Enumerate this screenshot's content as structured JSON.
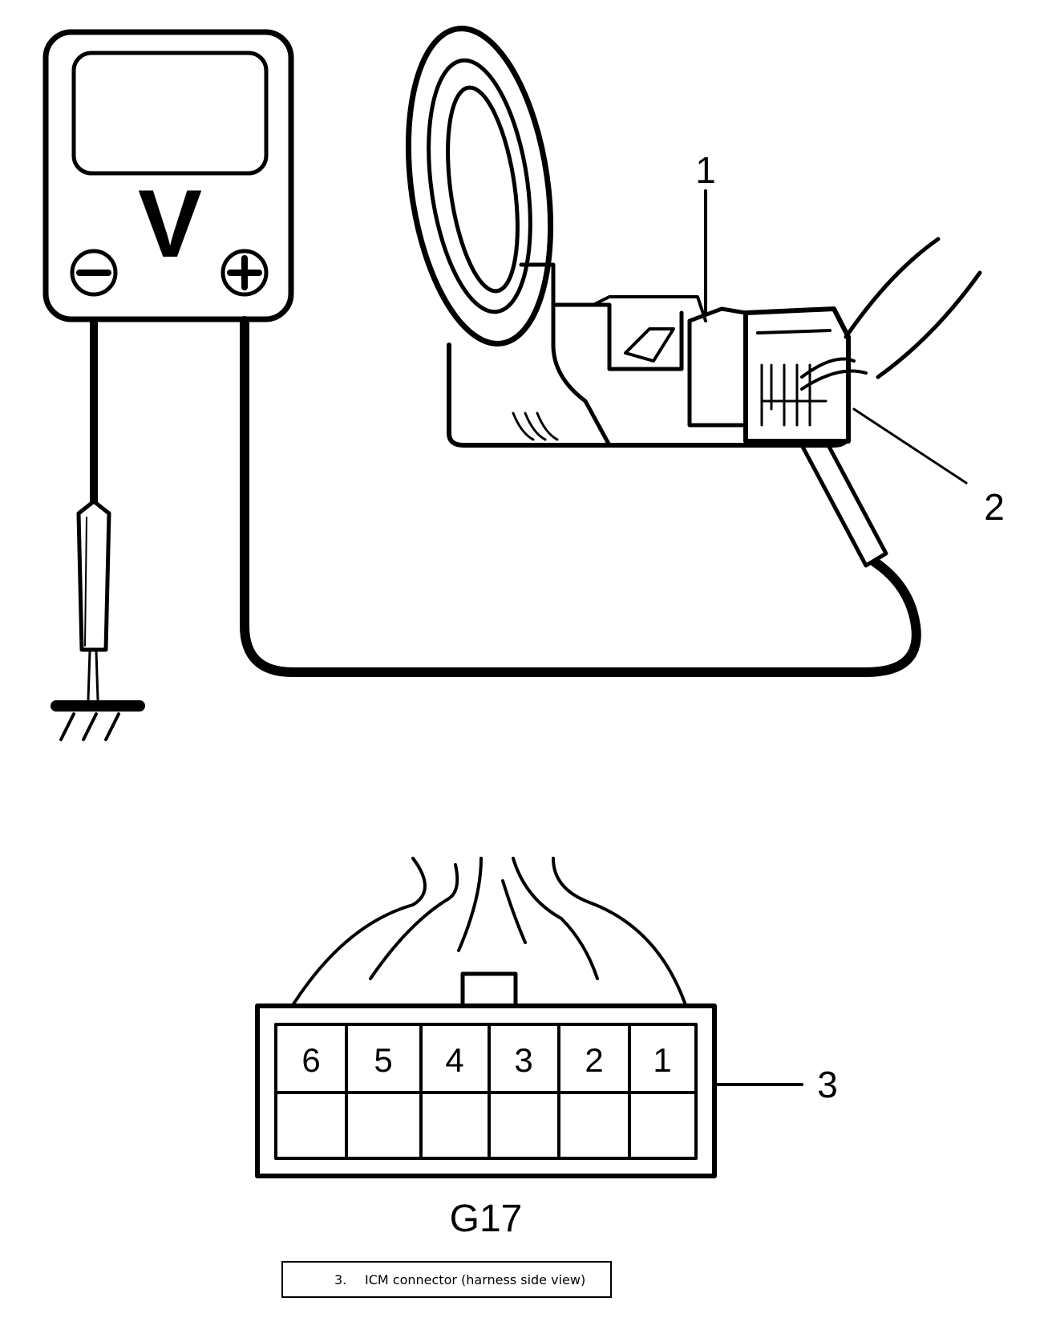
{
  "meter": {
    "symbol": "V",
    "negative": "minus-terminal",
    "positive": "plus-terminal"
  },
  "callouts": {
    "c1": "1",
    "c2": "2",
    "c3": "3"
  },
  "connector": {
    "id": "G17",
    "pins_top": [
      "6",
      "5",
      "4",
      "3",
      "2",
      "1"
    ]
  },
  "caption": {
    "num": "3.",
    "text": "ICM connector (harness side view)"
  }
}
